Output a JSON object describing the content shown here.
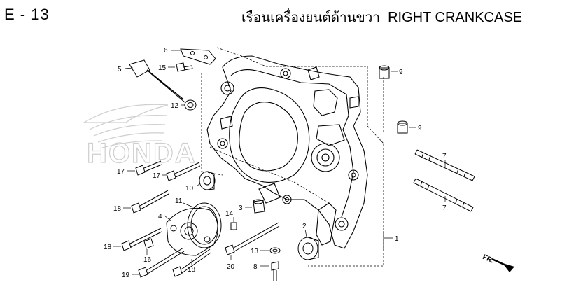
{
  "header": {
    "page_code": "E - 13",
    "title_thai": "เรือนเครื่องยนต์ด้านขวา",
    "title_en": "RIGHT CRANKCASE"
  },
  "watermark": {
    "text": "HONDA"
  },
  "direction_arrow": {
    "label": "FR."
  },
  "callouts": {
    "c1": "1",
    "c2": "2",
    "c3": "3",
    "c4": "4",
    "c5": "5",
    "c6": "6",
    "c7a": "7",
    "c7b": "7",
    "c8": "8",
    "c9a": "9",
    "c9b": "9",
    "c10": "10",
    "c11": "11",
    "c12": "12",
    "c13": "13",
    "c14": "14",
    "c15": "15",
    "c16": "16",
    "c17a": "17",
    "c17b": "17",
    "c18a": "18",
    "c18b": "18",
    "c18c": "18",
    "c19": "19",
    "c20": "20"
  },
  "colors": {
    "line": "#000000",
    "watermark": "#cfcfcf",
    "background": "#ffffff"
  }
}
